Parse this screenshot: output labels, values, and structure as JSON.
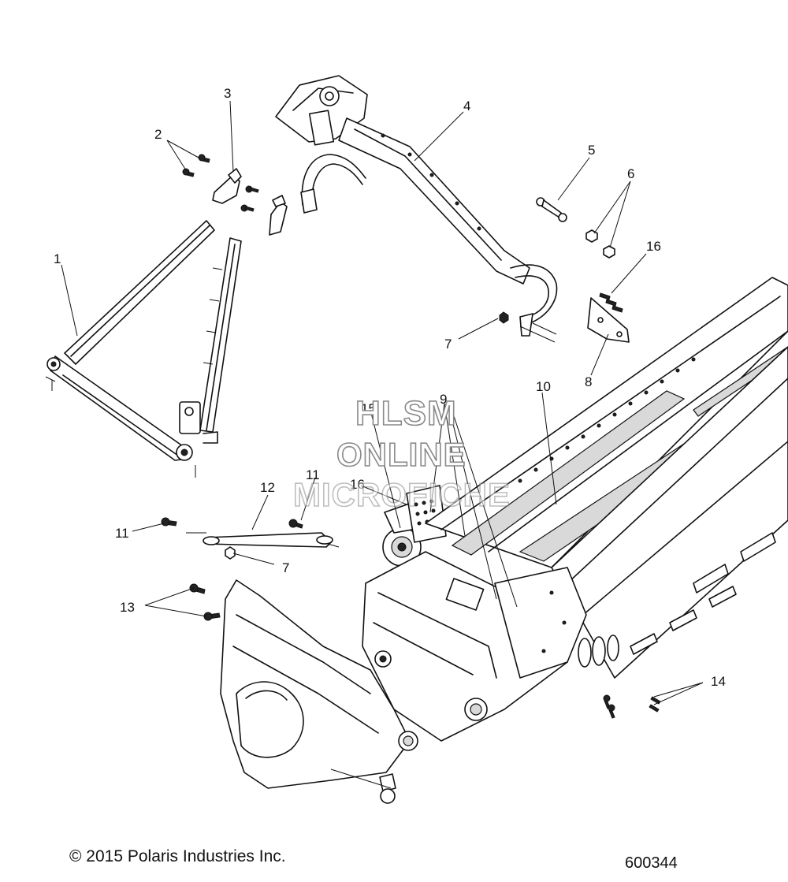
{
  "callouts": [
    {
      "id": "1",
      "label": "1"
    },
    {
      "id": "2",
      "label": "2"
    },
    {
      "id": "3",
      "label": "3"
    },
    {
      "id": "4",
      "label": "4"
    },
    {
      "id": "5",
      "label": "5"
    },
    {
      "id": "6",
      "label": "6"
    },
    {
      "id": "7a",
      "label": "7"
    },
    {
      "id": "7b",
      "label": "7"
    },
    {
      "id": "8",
      "label": "8"
    },
    {
      "id": "9",
      "label": "9"
    },
    {
      "id": "10",
      "label": "10"
    },
    {
      "id": "11a",
      "label": "11"
    },
    {
      "id": "11b",
      "label": "11"
    },
    {
      "id": "12",
      "label": "12"
    },
    {
      "id": "13",
      "label": "13"
    },
    {
      "id": "14",
      "label": "14"
    },
    {
      "id": "15",
      "label": "15"
    },
    {
      "id": "16a",
      "label": "16"
    },
    {
      "id": "16b",
      "label": "16"
    }
  ],
  "watermark": {
    "line1": "HLSM",
    "line2": "ONLINE",
    "line3": "MICROFICHE"
  },
  "footer": {
    "copyright": "© 2015 Polaris Industries Inc.",
    "diagram_id": "600344"
  }
}
